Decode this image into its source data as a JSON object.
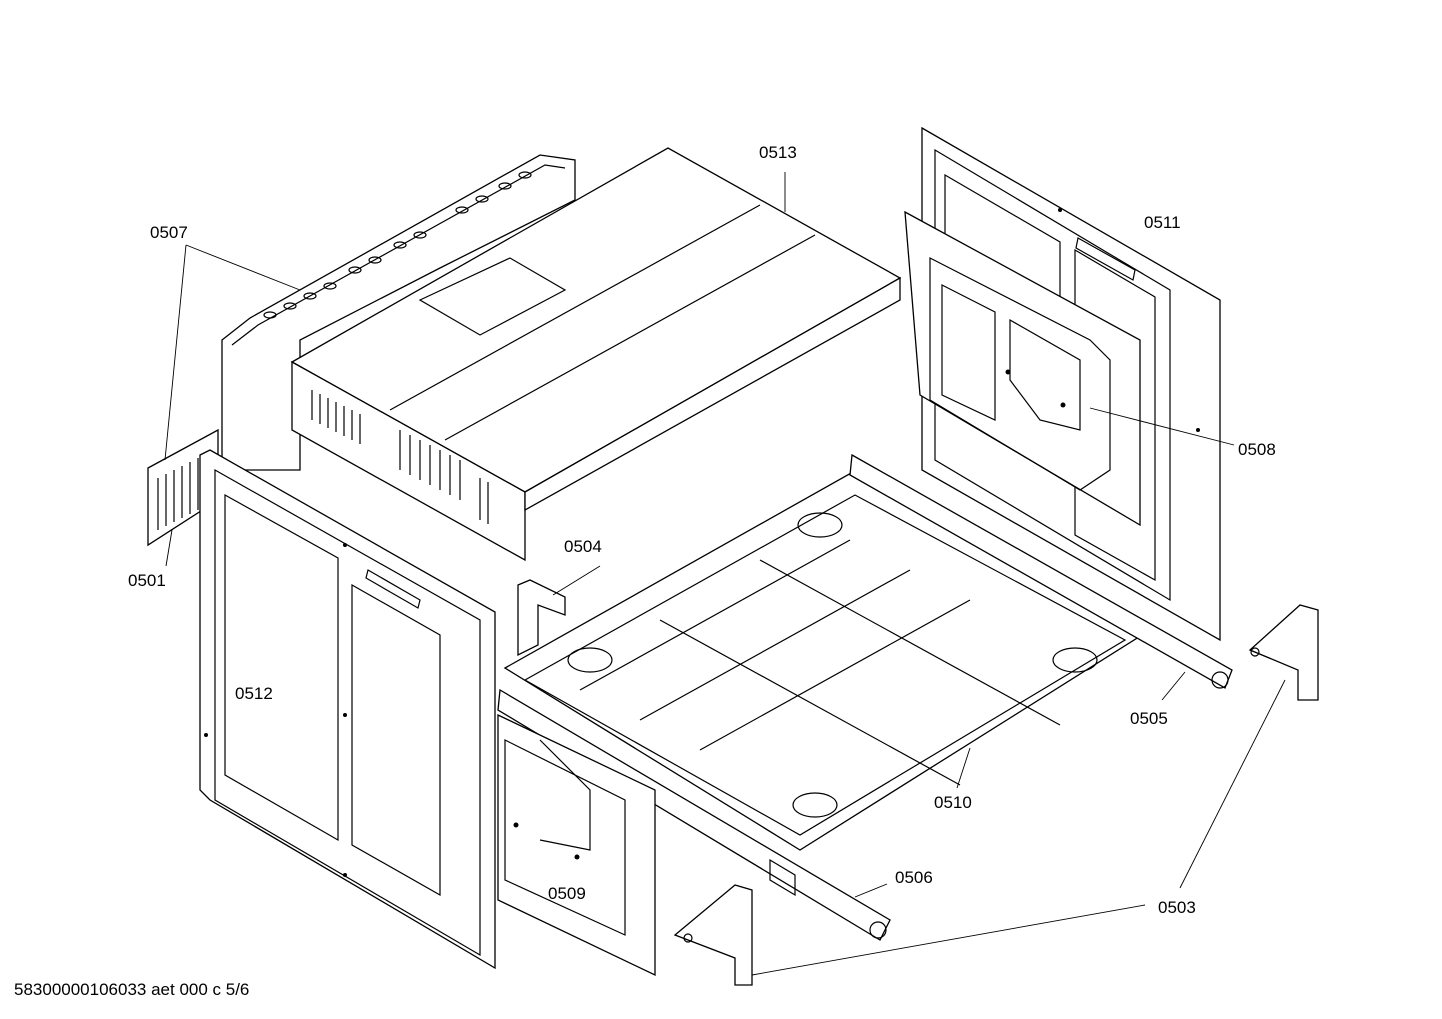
{
  "drawing": {
    "labels": {
      "p0501": "0501",
      "p0503": "0503",
      "p0504": "0504",
      "p0505": "0505",
      "p0506": "0506",
      "p0507": "0507",
      "p0508": "0508",
      "p0509": "0509",
      "p0510": "0510",
      "p0511": "0511",
      "p0512": "0512",
      "p0513": "0513"
    },
    "footer": "58300000106033 aet 000 c 5/6",
    "colors": {
      "line": "#000000",
      "background": "#ffffff"
    }
  }
}
